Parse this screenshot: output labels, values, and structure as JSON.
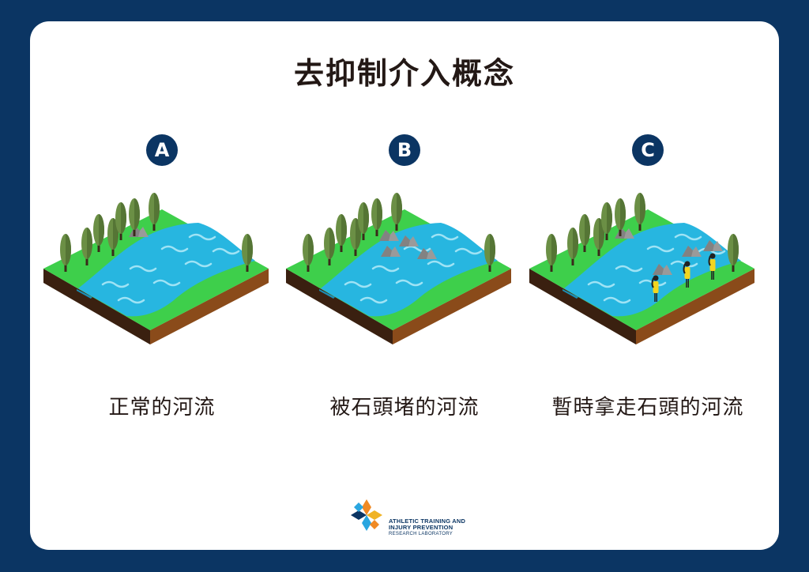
{
  "title": "去抑制介入概念",
  "panels": [
    {
      "badge": "A",
      "caption": "正常的河流"
    },
    {
      "badge": "B",
      "caption": "被石頭堵的河流"
    },
    {
      "badge": "C",
      "caption": "暫時拿走石頭的河流"
    }
  ],
  "logo": {
    "line1": "ATHLETIC TRAINING AND",
    "line2": "INJURY PREVENTION",
    "line3": "RESEARCH LABORATORY"
  },
  "colors": {
    "background": "#0b3563",
    "card": "#ffffff",
    "grass": "#3ecf4b",
    "river": "#27b6e0",
    "soil": "#8a4b1a",
    "tree": "#6b8f45",
    "rock": "#9a9a9a",
    "person": "#f2d51f"
  }
}
